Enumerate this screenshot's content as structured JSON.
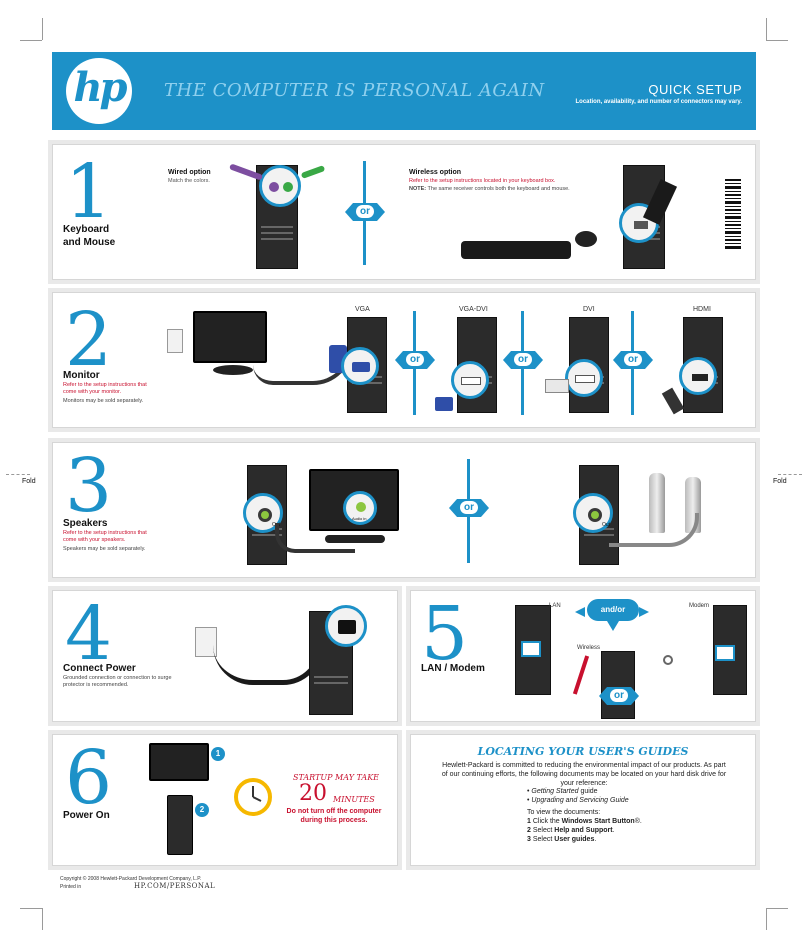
{
  "header": {
    "logo": "hp",
    "tagline": "THE COMPUTER IS PERSONAL AGAIN",
    "title": "QUICK SETUP",
    "note": "Location, availability, and number of connectors may vary."
  },
  "fold_label": "Fold",
  "or_label": "or",
  "andor_label": "and/or",
  "step1": {
    "number": "1",
    "title_line1": "Keyboard",
    "title_line2": "and Mouse",
    "wired_title": "Wired option",
    "wired_note": "Match the colors.",
    "wireless_title": "Wireless option",
    "wireless_note": "Refer to the setup instructions located in your keyboard box.",
    "wireless_note2_bold": "NOTE:",
    "wireless_note2": " The same receiver controls both the keyboard and mouse."
  },
  "step2": {
    "number": "2",
    "title": "Monitor",
    "note_red": "Refer to the setup instructions that come with your monitor.",
    "note_grey": "Monitors may be sold separately.",
    "connectors": [
      "VGA",
      "VGA-DVI",
      "DVI",
      "HDMI"
    ]
  },
  "step3": {
    "number": "3",
    "title": "Speakers",
    "note_red": "Refer to the setup instructions that come with your speakers.",
    "note_grey": "Speakers may be sold separately.",
    "out_label": "Out",
    "audio_in_label": "Audio in"
  },
  "step4": {
    "number": "4",
    "title": "Connect Power",
    "note": "Grounded connection or connection to surge protector is recommended."
  },
  "step5": {
    "number": "5",
    "title": "LAN / Modem",
    "lan_label": "LAN",
    "modem_label": "Modem",
    "wireless_label": "Wireless"
  },
  "step6": {
    "number": "6",
    "title": "Power On",
    "startup_line1": "STARTUP MAY TAKE",
    "startup_number": "20",
    "startup_unit": "MINUTES",
    "warning_line1": "Do not turn off the computer",
    "warning_line2": "during this process.",
    "badge1": "1",
    "badge2": "2"
  },
  "guides": {
    "title": "LOCATING YOUR USER'S GUIDES",
    "intro": "Hewlett-Packard is committed to reducing the environmental impact of our products. As part of our continuing efforts, the following documents may be located on your hard disk drive for your reference:",
    "bullet1_italic": "Getting Started",
    "bullet1_rest": " guide",
    "bullet2_italic": "Upgrading and Servicing Guide",
    "view_label": "To view the documents:",
    "step1_num": "1",
    "step1_pre": " Click the ",
    "step1_bold": "Windows Start Button",
    "step1_post": "®.",
    "step2_num": "2",
    "step2_pre": " Select ",
    "step2_bold": "Help and Support",
    "step2_post": ".",
    "step3_num": "3",
    "step3_pre": " Select ",
    "step3_bold": "User guides",
    "step3_post": "."
  },
  "footer": {
    "copyright": "Copyright © 2008 Hewlett-Packard Development Company, L.P.",
    "printed_in": "Printed in",
    "url": "HP.COM/PERSONAL"
  },
  "colors": {
    "hp_blue": "#1d91c8",
    "red": "#c8102e",
    "purple_port": "#7d4ea0",
    "green_port": "#39a845",
    "audio_green": "#8cc63f"
  }
}
